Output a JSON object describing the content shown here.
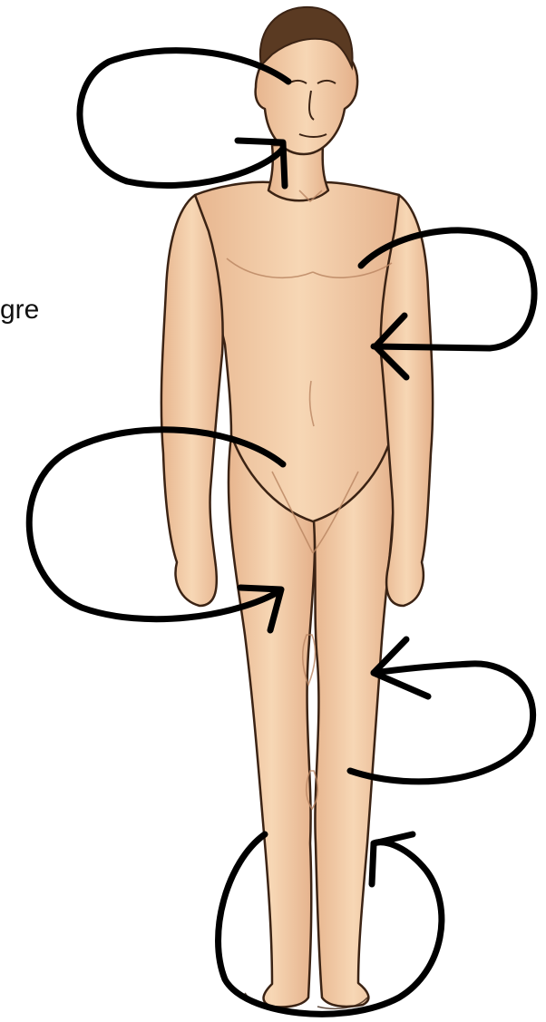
{
  "page": {
    "visible_label": "gre"
  },
  "figure": {
    "subject": "human-body-front-view",
    "annotation_count": 5
  },
  "colors": {
    "skin": "#f4cfa9",
    "skin_shade": "#e2ad84",
    "outline": "#3b2314",
    "hair": "#5a3a22",
    "ink": "#000000",
    "background": "#ffffff"
  }
}
